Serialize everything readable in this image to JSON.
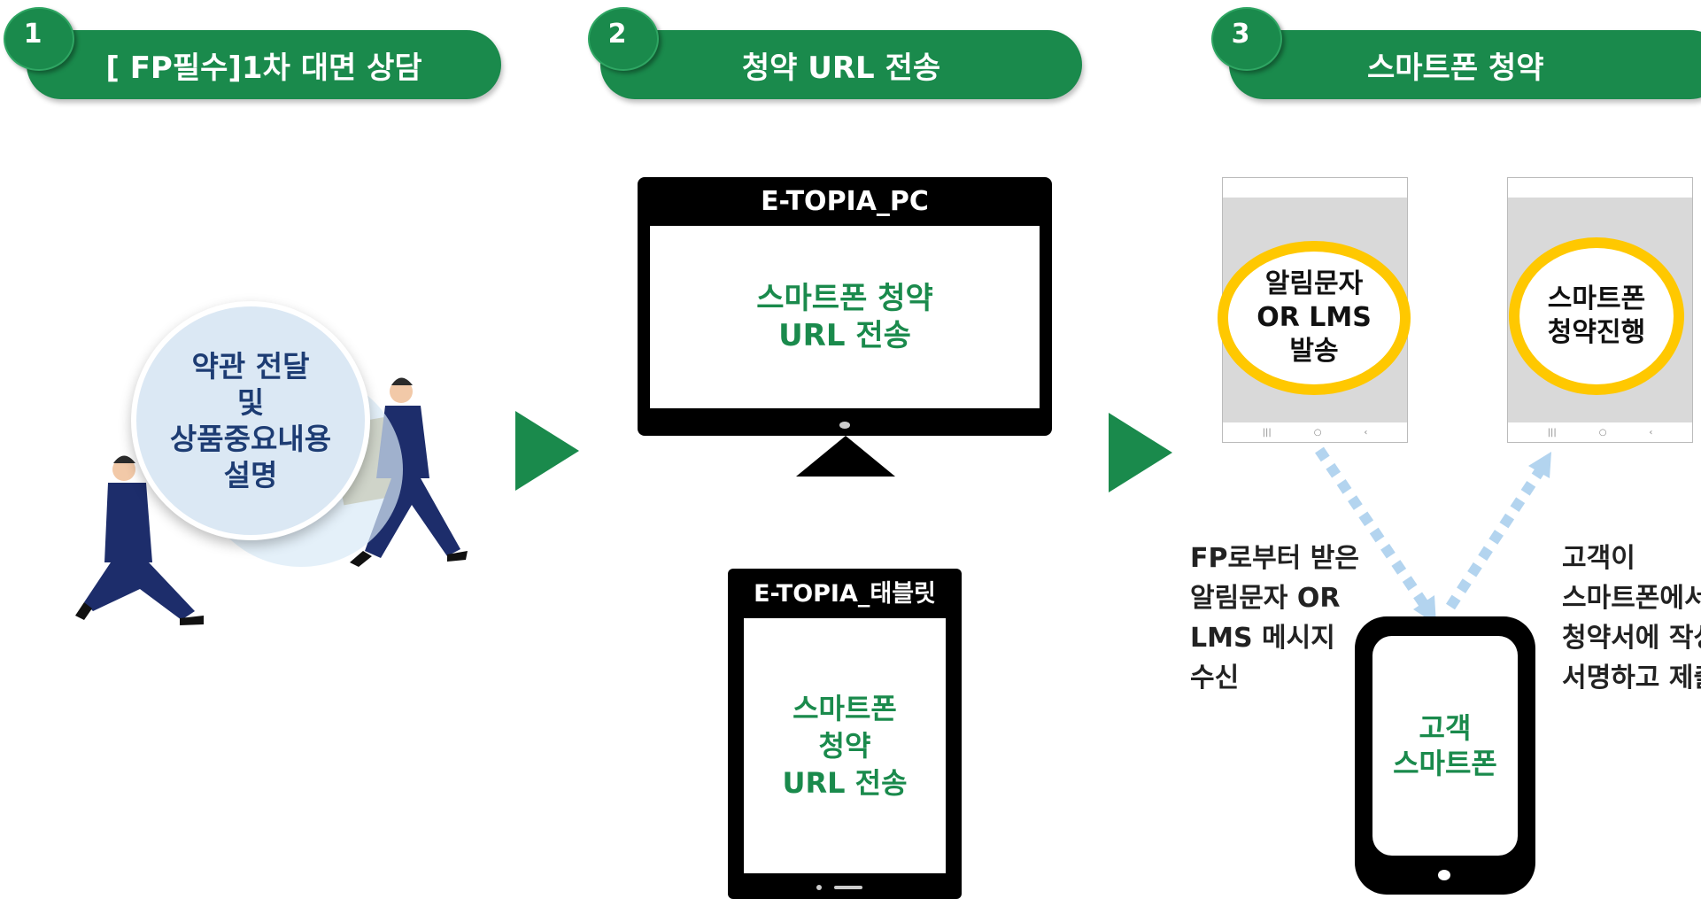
{
  "steps": [
    {
      "number": "1",
      "label": "[ FP필수]1차 대면 상담"
    },
    {
      "number": "2",
      "label": "청약 URL 전송"
    },
    {
      "number": "3",
      "label": "스마트폰 청약"
    }
  ],
  "step1": {
    "circle_lines": [
      "약관 전달",
      "및",
      "상품중요내용",
      "설명"
    ]
  },
  "step2": {
    "pc_title": "E-TOPIA_PC",
    "pc_lines": [
      "스마트폰 청약",
      "URL 전송"
    ],
    "tablet_title": "E-TOPIA_태블릿",
    "tablet_lines": [
      "스마트폰",
      "청약",
      "URL 전송"
    ]
  },
  "step3": {
    "phone1_lines": [
      "알림문자",
      "OR LMS",
      "발송"
    ],
    "phone2_lines": [
      "스마트폰",
      "청약진행"
    ],
    "left_caption": [
      "FP로부터 받은",
      "알림문자 OR",
      "LMS 메시지",
      "수신"
    ],
    "right_caption": [
      "고객이",
      "스마트폰에서",
      "청약서에 작성",
      "서명하고 제출"
    ],
    "customer_phone_lines": [
      "고객",
      "스마트폰"
    ]
  },
  "colors": {
    "green": "#1a8a4c",
    "yellow": "#ffc800",
    "arrow_blue": "#b3d4ef"
  },
  "icons": {
    "play_arrow": "triangle-right-icon",
    "people": "running-businessmen-icon"
  }
}
